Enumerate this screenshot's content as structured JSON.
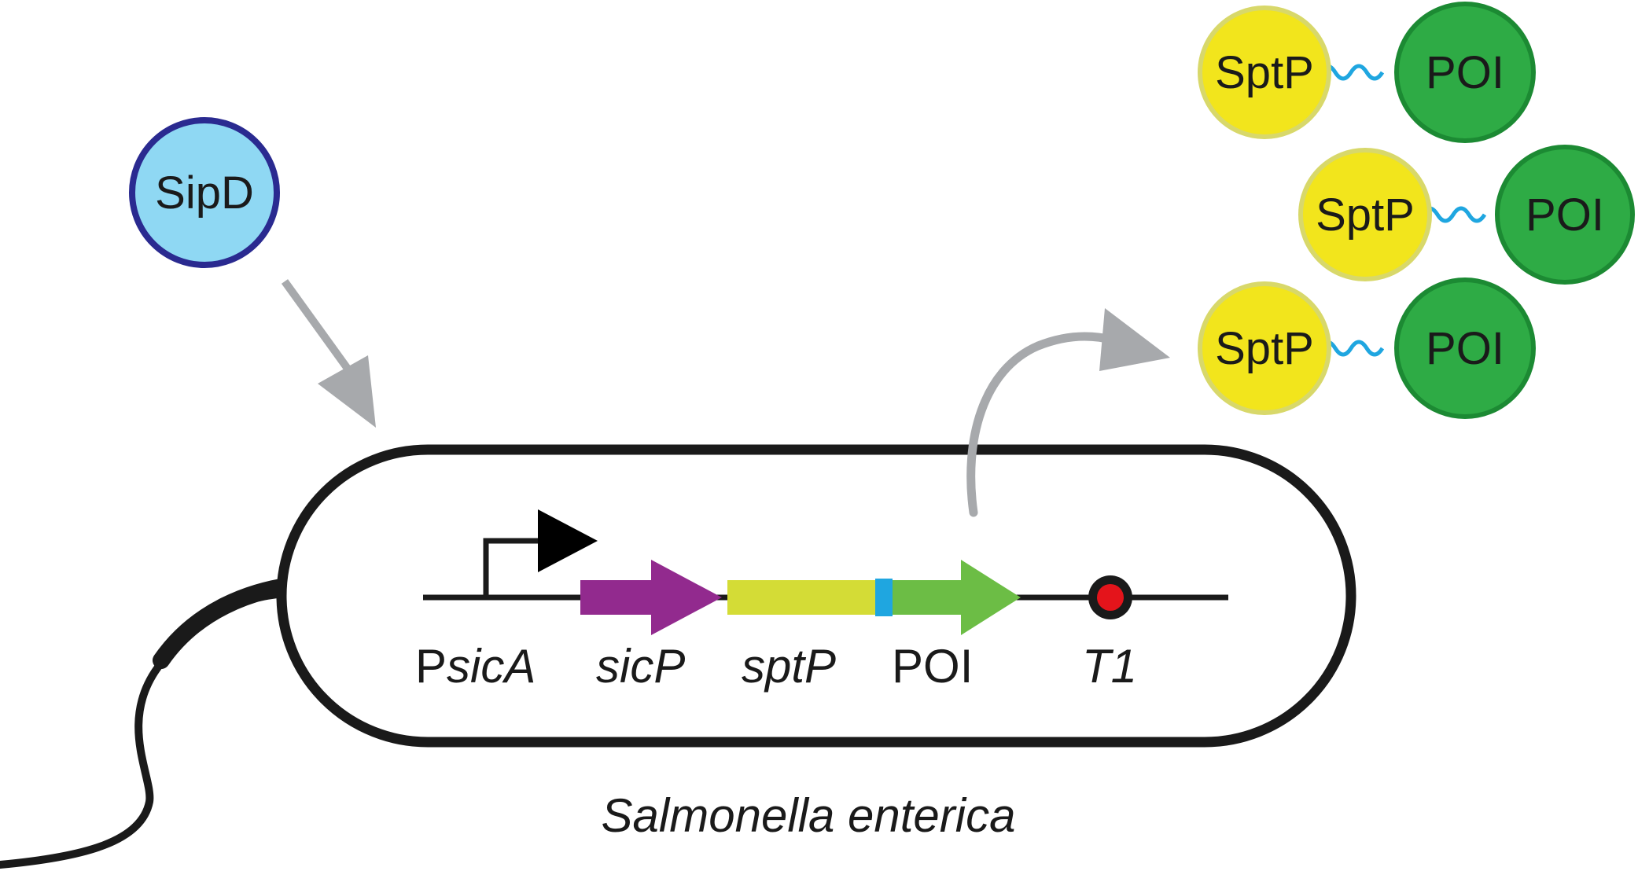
{
  "sipd": {
    "label": "SipD"
  },
  "fusions": [
    {
      "sptp": "SptP",
      "poi": "POI"
    },
    {
      "sptp": "SptP",
      "poi": "POI"
    },
    {
      "sptp": "SptP",
      "poi": "POI"
    }
  ],
  "construct": {
    "promoter": {
      "prefix": "P",
      "italic": "sicA"
    },
    "sicp": "sicP",
    "sptp": "sptP",
    "poi": "POI",
    "terminator": "T1"
  },
  "organism": "Salmonella enterica",
  "colors": {
    "sipd_fill": "#8fd8f3",
    "sipd_stroke": "#2a2a90",
    "sptp_fill": "#f2e51c",
    "sptp_stroke": "#d8d86a",
    "poi_fill": "#2eab45",
    "poi_stroke": "#1c8a33",
    "sicp_arrow": "#922a8e",
    "sptp_gene": "#d4dc36",
    "linker": "#1fa6e0",
    "poi_gene": "#6cbd45",
    "terminator": "#e4141b",
    "arrow_gray": "#a7a9ac",
    "outline": "#1a1a1a"
  },
  "icons": [
    "promoter-arrow-icon",
    "terminator-icon",
    "flagellum-icon"
  ]
}
